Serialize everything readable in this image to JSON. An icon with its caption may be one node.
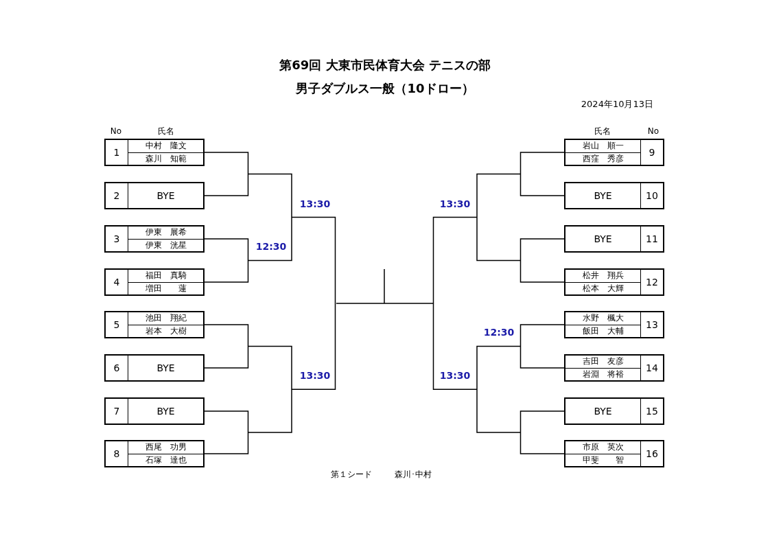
{
  "diagram": {
    "title": "第69回 大東市民体育大会 テニスの部",
    "nodes": [
      {
        "text": [
          "1",
          "中村　隆文",
          "森川　知範"
        ]
      },
      {
        "text": [
          "2",
          "BYE"
        ]
      },
      {
        "text": [
          "3",
          "伊東　展希",
          "伊東　洸星"
        ]
      },
      {
        "text": [
          "4",
          "福田　真騎",
          "増田　　蓮"
        ]
      },
      {
        "text": [
          "5",
          "池田　翔紀",
          "岩本　大樹"
        ]
      },
      {
        "text": [
          "6",
          "BYE"
        ]
      },
      {
        "text": [
          "7",
          "BYE"
        ]
      },
      {
        "text": [
          "8",
          "西尾　功男",
          "石塚　達也"
        ]
      },
      {
        "text": [
          "岩山　順一",
          "西窪　秀彦",
          "9"
        ]
      },
      {
        "text": [
          "BYE",
          "10"
        ]
      },
      {
        "text": [
          "BYE",
          "11"
        ]
      },
      {
        "text": [
          "松井　翔兵",
          "松本　大輝",
          "12"
        ]
      },
      {
        "text": [
          "水野　楓大",
          "飯田　大輔",
          "13"
        ]
      },
      {
        "text": [
          "吉田　友彦",
          "岩淵　将裕",
          "14"
        ]
      },
      {
        "text": [
          "BYE",
          "15"
        ]
      },
      {
        "text": [
          "市原　英次",
          "甲斐　　智",
          "16"
        ]
      }
    ],
    "labels": [
      "男子ダブルス一般（10ドロー）",
      "2024年10月13日",
      "No",
      "氏名",
      "氏名",
      "No",
      "13:30",
      "13:30",
      "12:30",
      "12:30",
      "13:30",
      "13:30",
      "第１シード",
      "森川･中村"
    ]
  }
}
